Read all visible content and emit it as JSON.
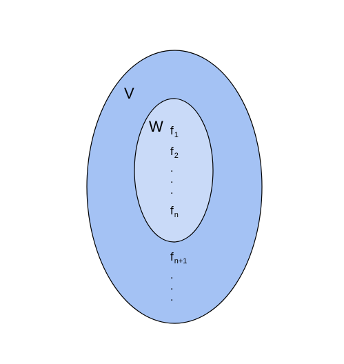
{
  "diagram": {
    "outer_set": {
      "label": "V",
      "fill_color": "#a4c2f4",
      "stroke_color": "#000000"
    },
    "inner_set": {
      "label": "W",
      "fill_color": "#c9daf8",
      "stroke_color": "#000000"
    },
    "inner_elements": [
      {
        "base": "f",
        "subscript": "1"
      },
      {
        "base": "f",
        "subscript": "2"
      },
      {
        "base": "f",
        "subscript": "n"
      }
    ],
    "inner_ellipsis": [
      ".",
      ".",
      "."
    ],
    "outer_elements": [
      {
        "base": "f",
        "subscript": "n+1"
      }
    ],
    "outer_ellipsis": [
      ".",
      ".",
      "."
    ]
  }
}
